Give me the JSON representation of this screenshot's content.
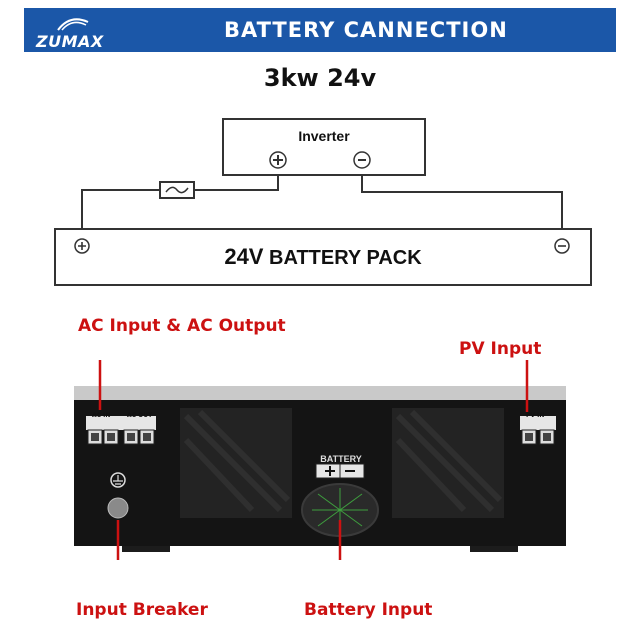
{
  "header": {
    "brand": "ZUMAX",
    "title": "BATTERY CANNECTION"
  },
  "diagram": {
    "subtitle": "3kw 24v",
    "inverter_label": "Inverter",
    "battery_pack_voltage": "24V",
    "battery_pack_label": "BATTERY PACK"
  },
  "device_panel": {
    "ac_in_label": "AC  IN",
    "ac_out_label": "AC OUT",
    "pv_in_label": "PV  IN",
    "battery_label": "BATTERY",
    "callouts": {
      "ac": "AC Input & AC Output",
      "pv": "PV Input",
      "breaker": "Input Breaker",
      "battery": "Battery Input"
    }
  },
  "colors": {
    "header_bg": "#1b57a8",
    "callout_red": "#cc1111",
    "device_body": "#141414"
  }
}
